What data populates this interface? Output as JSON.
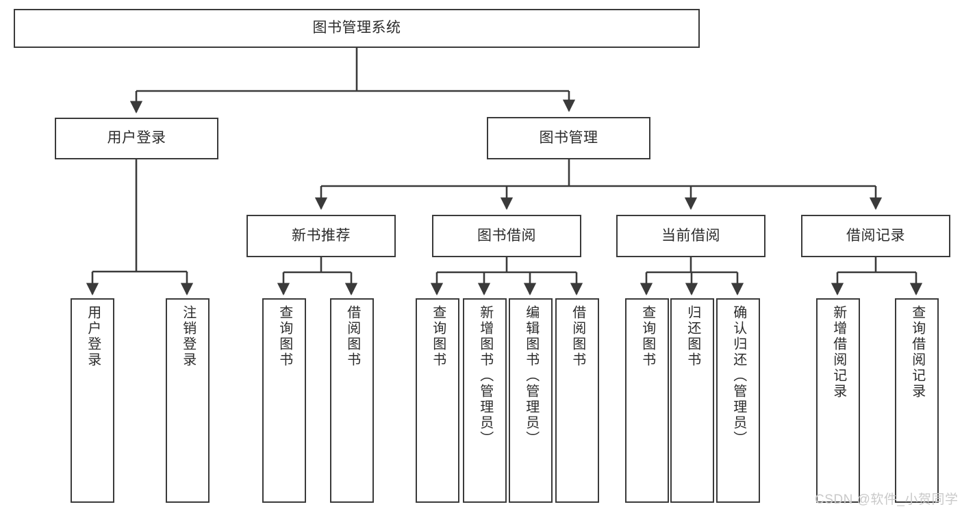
{
  "diagram": {
    "type": "tree-hierarchy-chart",
    "title": "图书管理系统",
    "background_color": "#ffffff",
    "line_color": "#3a3a3a",
    "box_border_color": "#3a3a3a",
    "box_fill_color": "#ffffff"
  },
  "nodes": {
    "root": {
      "label": "图书管理系统",
      "orientation": "horizontal"
    },
    "level2": [
      {
        "label": "用户登录",
        "orientation": "horizontal"
      },
      {
        "label": "图书管理",
        "orientation": "horizontal"
      }
    ],
    "level3": [
      {
        "label": "新书推荐",
        "orientation": "horizontal"
      },
      {
        "label": "图书借阅",
        "orientation": "horizontal"
      },
      {
        "label": "当前借阅",
        "orientation": "horizontal"
      },
      {
        "label": "借阅记录",
        "orientation": "horizontal"
      }
    ],
    "leaves_user_login": [
      {
        "label": "用户登录",
        "orientation": "vertical"
      },
      {
        "label": "注销登录",
        "orientation": "vertical"
      }
    ],
    "leaves_new_book": [
      {
        "label": "查询图书",
        "orientation": "vertical"
      },
      {
        "label": "借阅图书",
        "orientation": "vertical"
      }
    ],
    "leaves_borrow": [
      {
        "label": "查询图书",
        "orientation": "vertical"
      },
      {
        "label": "新增图书（管理员）",
        "orientation": "vertical"
      },
      {
        "label": "编辑图书（管理员）",
        "orientation": "vertical"
      },
      {
        "label": "借阅图书",
        "orientation": "vertical"
      }
    ],
    "leaves_current": [
      {
        "label": "查询图书",
        "orientation": "vertical"
      },
      {
        "label": "归还图书",
        "orientation": "vertical"
      },
      {
        "label": "确认归还（管理员）",
        "orientation": "vertical"
      }
    ],
    "leaves_record": [
      {
        "label": "新增借阅记录",
        "orientation": "vertical"
      },
      {
        "label": "查询借阅记录",
        "orientation": "vertical"
      }
    ]
  },
  "watermark": {
    "text": "CSDN @软件_小贺同学"
  }
}
